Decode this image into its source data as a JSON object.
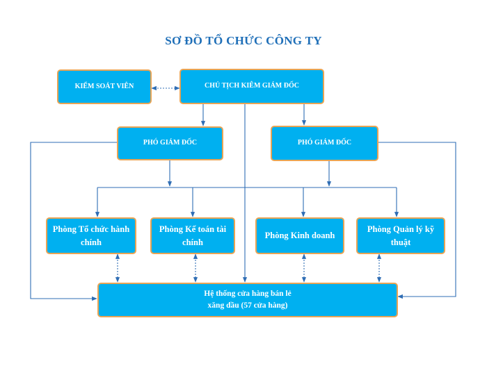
{
  "title": "SƠ ĐỒ TỔ CHỨC CÔNG TY",
  "colors": {
    "box_fill": "#00b0f0",
    "box_border": "#e9a454",
    "connector": "#2f6db4",
    "title": "#1f6fb8"
  },
  "nodes": {
    "controller": "KIỂM SOÁT VIÊN",
    "chairman": "CHỦ TỊCH KIÊM GIÁM ĐỐC",
    "deputy_left": "PHÓ GIÁM ĐỐC",
    "deputy_right": "PHÓ GIÁM ĐỐC",
    "dept_admin": "Phòng Tổ chức hành chính",
    "dept_finance": "Phòng Kế toán tài chính",
    "dept_business": "Phòng Kinh doanh",
    "dept_technical": "Phòng Quản lý kỹ thuật",
    "store_system_line1": "Hệ thống cửa hàng bán lẻ",
    "store_system_line2": "xăng dầu (57 cửa hàng)"
  }
}
